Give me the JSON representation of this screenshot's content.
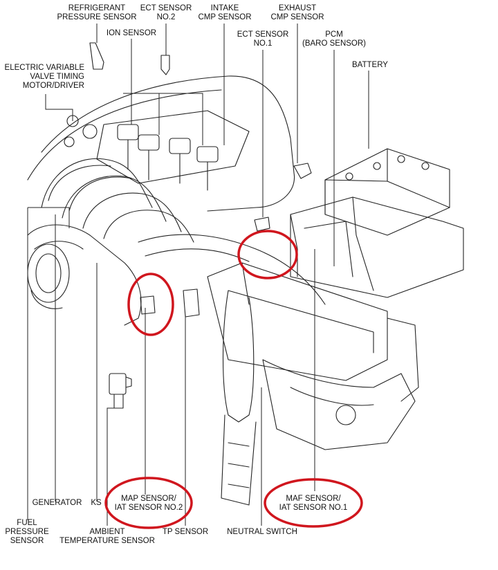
{
  "labels": {
    "refrigerant_pressure_sensor": [
      "REFRIGERANT",
      "PRESSURE SENSOR"
    ],
    "ect_sensor_no2": [
      "ECT SENSOR",
      "NO.2"
    ],
    "intake_cmp_sensor": [
      "INTAKE",
      "CMP SENSOR"
    ],
    "exhaust_cmp_sensor": [
      "EXHAUST",
      "CMP SENSOR"
    ],
    "ion_sensor": [
      "ION SENSOR"
    ],
    "ect_sensor_no1": [
      "ECT SENSOR",
      "NO.1"
    ],
    "pcm": [
      "PCM",
      "(BARO SENSOR)"
    ],
    "battery": [
      "BATTERY"
    ],
    "evvt_motor_driver": [
      "ELECTRIC VARIABLE",
      "VALVE TIMING",
      "MOTOR/DRIVER"
    ],
    "generator": [
      "GENERATOR"
    ],
    "ks": [
      "KS"
    ],
    "map_sensor": [
      "MAP SENSOR/",
      "IAT SENSOR NO.2"
    ],
    "maf_sensor": [
      "MAF SENSOR/",
      "IAT SENSOR NO.1"
    ],
    "fuel_pressure_sensor": [
      "FUEL",
      "PRESSURE",
      "SENSOR"
    ],
    "ambient_temperature_sensor": [
      "AMBIENT",
      "TEMPERATURE SENSOR"
    ],
    "tp_sensor": [
      "TP SENSOR"
    ],
    "neutral_switch": [
      "NEUTRAL SWITCH"
    ]
  },
  "highlight_color": "#d0161e",
  "line_color": "#222222"
}
